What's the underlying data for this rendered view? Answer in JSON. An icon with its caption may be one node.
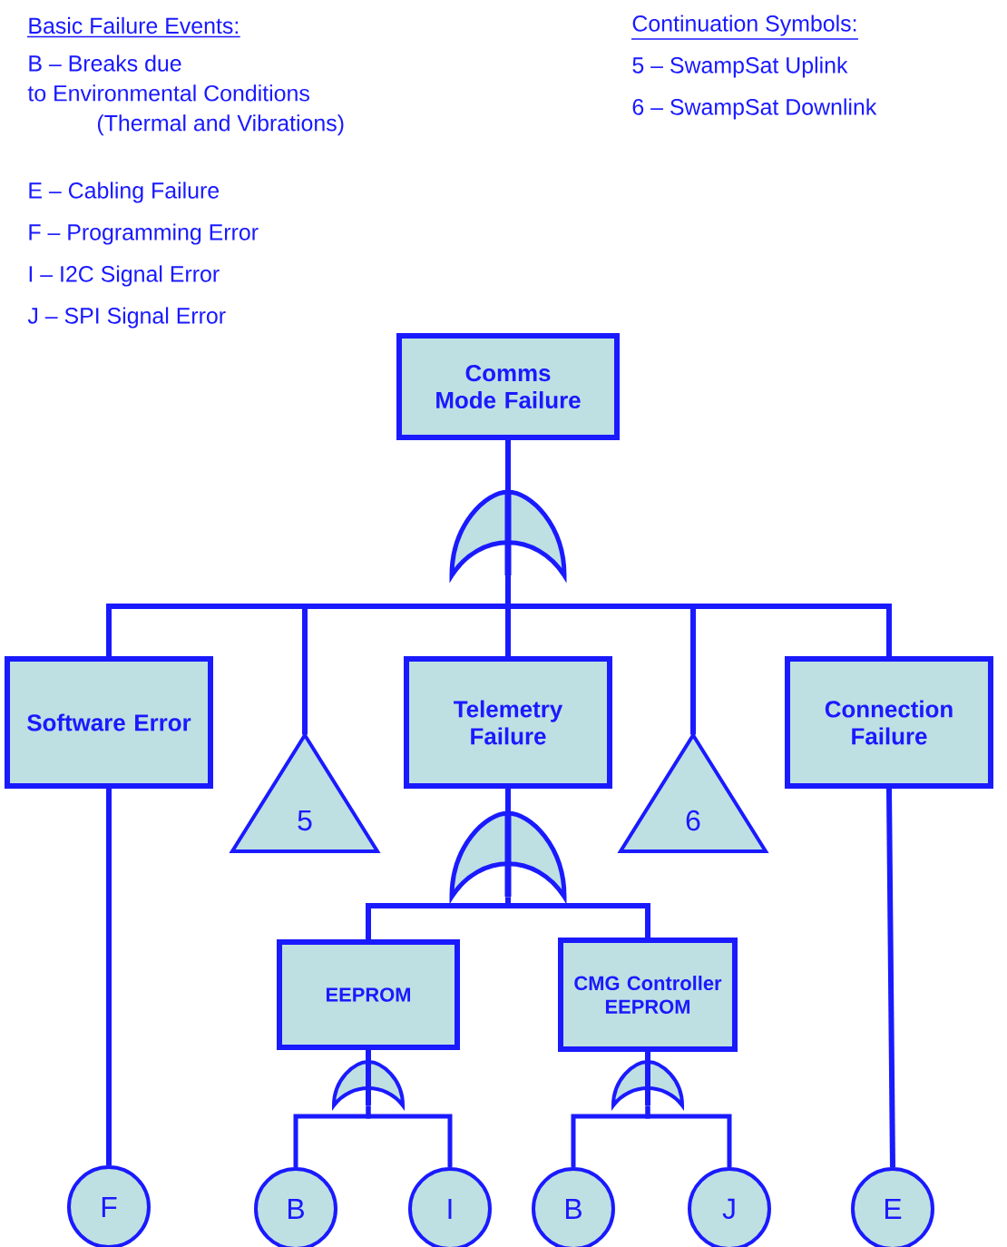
{
  "diagram": {
    "nodes": [
      {
        "text": [
          "Comms Mode Failure"
        ]
      },
      {
        "text": [],
        "shape": "gate"
      },
      {
        "text": [
          "Software Error"
        ]
      },
      {
        "text": [
          "5"
        ]
      },
      {
        "text": [
          "Telemetry Failure"
        ]
      },
      {
        "text": [
          "6"
        ]
      },
      {
        "text": [
          "Connection Failure"
        ]
      },
      {
        "text": [],
        "shape": "gate"
      },
      {
        "text": [
          "EEPROM"
        ]
      },
      {
        "text": [
          "CMG Controller EEPROM"
        ]
      },
      {
        "text": [],
        "shape": "gate"
      },
      {
        "text": [],
        "shape": "gate"
      },
      {
        "text": [
          "F"
        ]
      },
      {
        "text": [
          "B"
        ]
      },
      {
        "text": [
          "I"
        ]
      },
      {
        "text": [
          "B"
        ]
      },
      {
        "text": [
          "J"
        ]
      },
      {
        "text": [
          "E"
        ]
      }
    ],
    "edges": [
      {
        "from": 0,
        "to": 1,
        "arrow": "none"
      },
      {
        "from": 1,
        "to": 2,
        "arrow": "none"
      },
      {
        "from": 1,
        "to": 3,
        "arrow": "none"
      },
      {
        "from": 1,
        "to": 4,
        "arrow": "none"
      },
      {
        "from": 1,
        "to": 5,
        "arrow": "none"
      },
      {
        "from": 1,
        "to": 6,
        "arrow": "none"
      },
      {
        "from": 4,
        "to": 7,
        "arrow": "none"
      },
      {
        "from": 7,
        "to": 8,
        "arrow": "none"
      },
      {
        "from": 7,
        "to": 9,
        "arrow": "none"
      },
      {
        "from": 8,
        "to": 10,
        "arrow": "none"
      },
      {
        "from": 9,
        "to": 11,
        "arrow": "none"
      },
      {
        "from": 10,
        "to": 13,
        "arrow": "none"
      },
      {
        "from": 10,
        "to": 14,
        "arrow": "none"
      },
      {
        "from": 11,
        "to": 15,
        "arrow": "none"
      },
      {
        "from": 11,
        "to": 16,
        "arrow": "none"
      },
      {
        "from": 2,
        "to": 12,
        "arrow": "none"
      },
      {
        "from": 6,
        "to": 17,
        "arrow": "none"
      }
    ],
    "labels": [
      "Basic Failure Events:",
      "B – Breaks due to Environmental Conditions (Thermal and Vibrations)",
      "E – Cabling Failure",
      "F – Programming Error",
      "I – I2C Signal Error",
      "J – SPI Signal Error",
      "Continuation Symbols:",
      "5 – SwampSat Uplink",
      "6 – SwampSat Downlink"
    ]
  }
}
